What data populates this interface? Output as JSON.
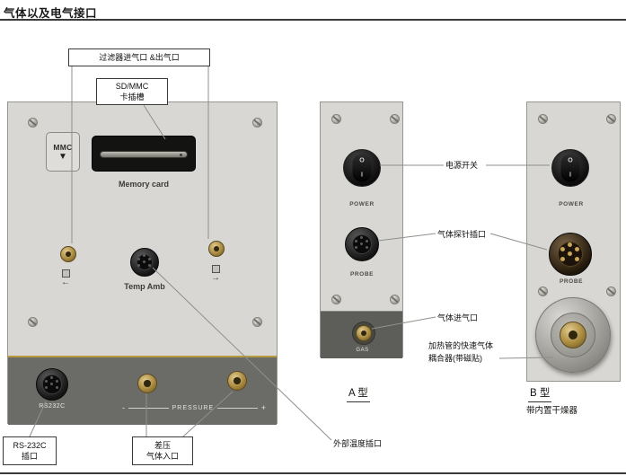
{
  "title": "气体以及电气接口",
  "colors": {
    "panel_light": "#d8d7d3",
    "panel_dark": "#6b6b67",
    "gold_accent": "#b59a3e",
    "connector_gold": "#a98a3f"
  },
  "icons": {
    "flow_left": "←",
    "flow_right": "→",
    "mmc_arrow": "▼"
  },
  "callouts": {
    "filter_ports": "过滤器进气口 &出气口",
    "sd_mmc_1": "SD/MMC",
    "sd_mmc_2": "卡插槽",
    "rs232c_1": "RS-232C",
    "rs232c_2": "插口",
    "diff_pressure_1": "差压",
    "diff_pressure_2": "气体入口",
    "ext_temp": "外部温度插口",
    "power_switch": "电源开关",
    "gas_probe": "气体探针插口",
    "gas_inlet": "气体进气口",
    "heater_coupler_1": "加热管的快速气体",
    "heater_coupler_2": "耦合器(带磁贴)"
  },
  "main_panel": {
    "mmc_logo": "MMC",
    "memory_card": "Memory card",
    "temp_amb": "Temp Amb",
    "rs232c": "RS232C",
    "pressure": "PRESSURE",
    "minus": "-",
    "plus": "+"
  },
  "panel_a": {
    "power": "POWER",
    "probe": "PROBE",
    "gas": "GAS",
    "type": "A 型",
    "switch_top": "O",
    "switch_bottom": "I"
  },
  "panel_b": {
    "power": "POWER",
    "probe": "PROBE",
    "type": "B 型",
    "subtitle": "带内置干燥器",
    "switch_top": "O",
    "switch_bottom": "I"
  }
}
